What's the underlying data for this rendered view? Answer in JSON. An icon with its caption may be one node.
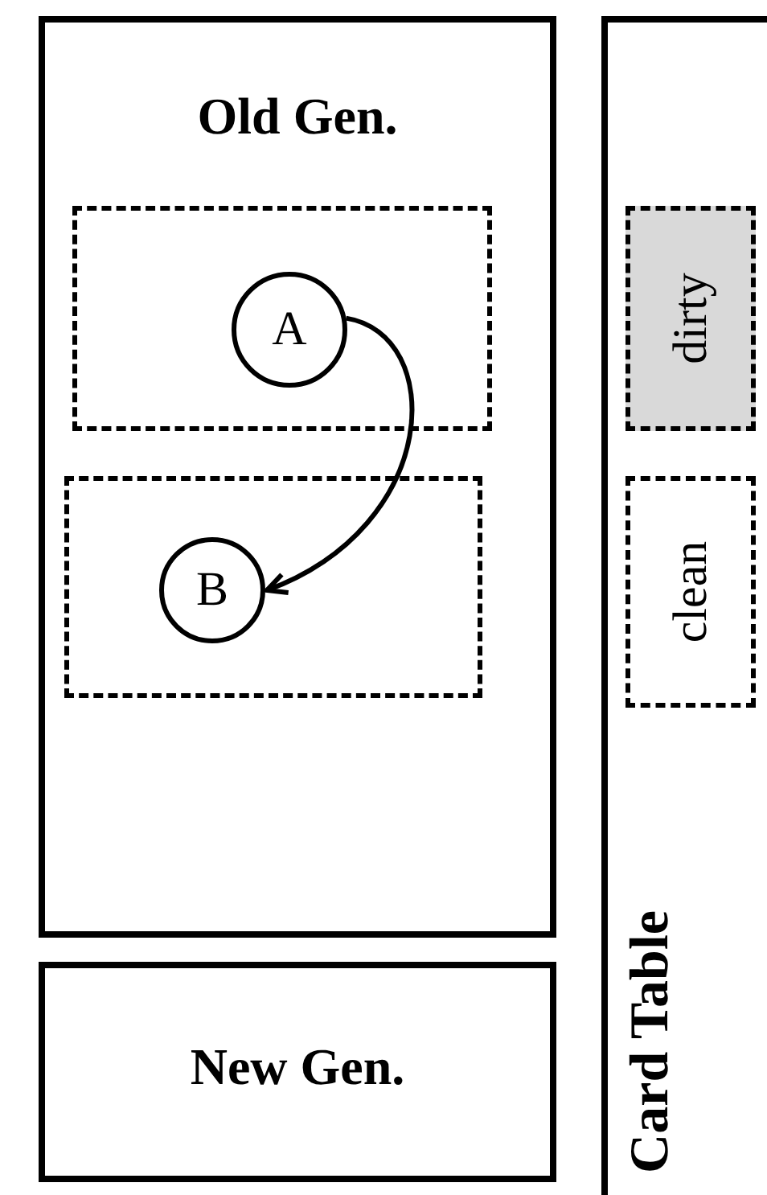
{
  "diagram": {
    "nodes": [
      {
        "text": [
          "Old Gen."
        ]
      },
      {
        "text": [],
        "shape": "box",
        "in": 0
      },
      {
        "text": [
          "A"
        ],
        "in": 1
      },
      {
        "text": [],
        "shape": "box",
        "in": 0
      },
      {
        "text": [
          "B"
        ],
        "in": 3
      },
      {
        "text": [
          "New Gen."
        ]
      },
      {
        "text": [
          "Card Table"
        ]
      },
      {
        "text": [
          "dirty"
        ],
        "in": 6
      },
      {
        "text": [
          "clean"
        ],
        "in": 6
      }
    ],
    "edges": [
      {
        "from": 2,
        "to": 4,
        "arrow": "to"
      }
    ]
  }
}
